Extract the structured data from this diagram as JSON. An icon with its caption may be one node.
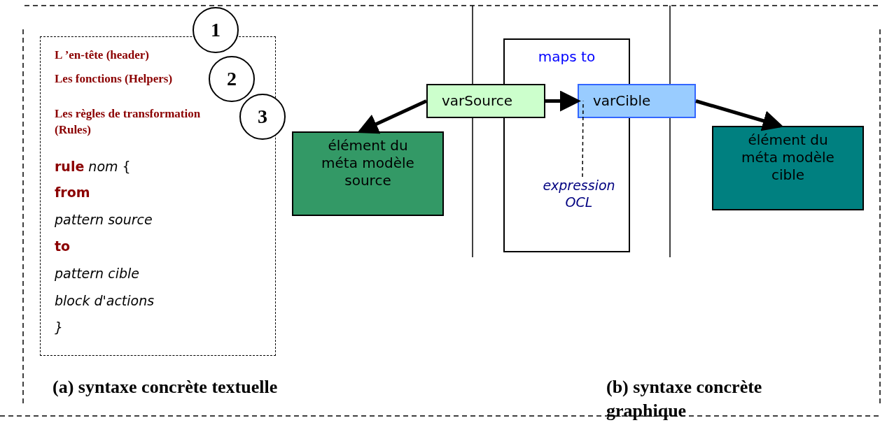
{
  "diagram": {
    "nodes": [
      {
        "text": [
          "L ’en-tête (header)",
          "Les fonctions (Helpers)",
          "Les règles de transformation (Rules)",
          "**rule** *nom* {",
          "from",
          "pattern source",
          "to",
          "pattern cible",
          "block d'actions",
          "}"
        ]
      },
      {
        "text": [
          "1"
        ]
      },
      {
        "text": [
          "2"
        ],
        "in": 0
      },
      {
        "text": [
          "3"
        ]
      },
      {
        "text": [
          "maps to"
        ]
      },
      {
        "text": [
          "expression OCL"
        ],
        "in": 4
      },
      {
        "text": [
          "varSource"
        ]
      },
      {
        "text": [
          "varCible"
        ]
      },
      {
        "text": [
          "élément du méta modèle source"
        ]
      },
      {
        "text": [
          "élément du méta modèle cible"
        ]
      }
    ],
    "edges": [
      {
        "from": 6,
        "to": 8,
        "arrow": "to"
      },
      {
        "from": 6,
        "to": 7,
        "arrow": "to"
      },
      {
        "from": 7,
        "to": 9,
        "arrow": "to"
      },
      {
        "from": 5,
        "to": 7,
        "arrow": "none",
        "style": "dashed"
      }
    ],
    "labels": [
      "(a) syntaxe concrète textuelle",
      "(b) syntaxe concrète graphique"
    ]
  }
}
